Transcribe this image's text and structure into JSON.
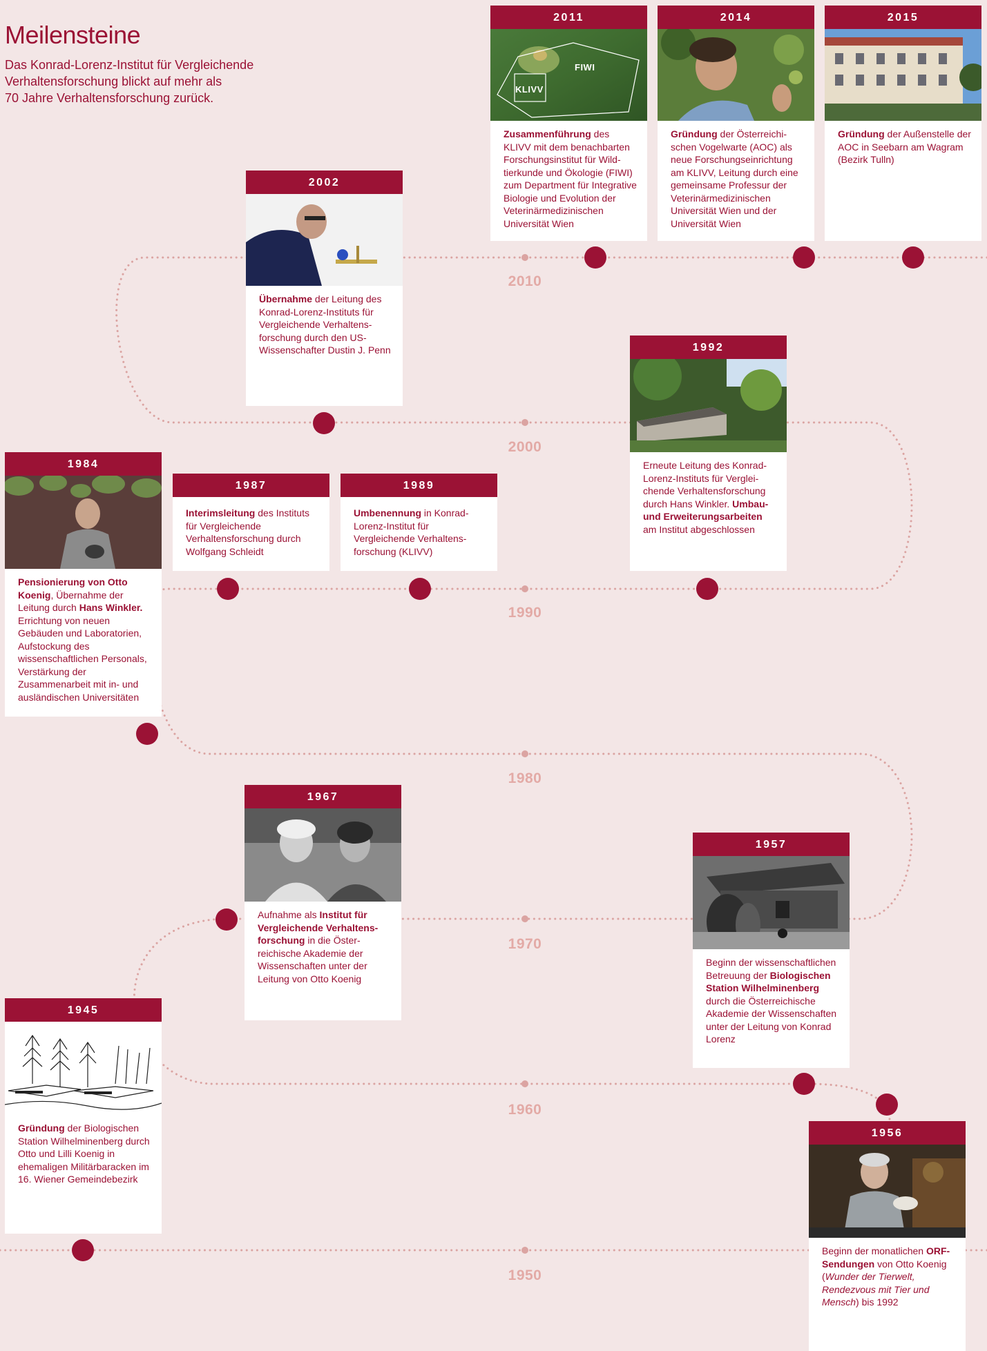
{
  "header": {
    "title": "Meilensteine",
    "intro_lines": [
      "Das Konrad-Lorenz-Institut für Vergleichende",
      "Verhaltensforschung blickt auf mehr als",
      "70 Jahre Verhaltensforschung zurück."
    ]
  },
  "decades": [
    "2010",
    "2000",
    "1990",
    "1980",
    "1970",
    "1960",
    "1950"
  ],
  "colors": {
    "background": "#f3e6e6",
    "accent": "#9b1235",
    "dotted_path": "#dba4a2",
    "decade_label": "#e3aaa6",
    "card": "#ffffff"
  },
  "milestones": [
    {
      "year": "2011",
      "photo": "aerial-photo-klivv-fiwi",
      "photo_labels": [
        "FIWI",
        "KLIVV"
      ],
      "segments": [
        {
          "b": "Zusammenführung"
        },
        {
          "t": " des KLIVV mit dem benachbarten Forschungsinstitut für Wild­tierkunde und Ökologie (FIWI) zum Department für Integrative Biologie und Evolution der Veterinärmedi­zinischen Universität Wien"
        }
      ]
    },
    {
      "year": "2014",
      "photo": "man-with-grapes-photo",
      "segments": [
        {
          "b": "Gründung"
        },
        {
          "t": " der Österreichi­schen Vogelwarte (AOC) als neue Forschungseinrichtung am KLIVV, Leitung durch eine gemeinsame Professur der Veterinärmedizinischen Universität Wien und der Universität Wien"
        }
      ]
    },
    {
      "year": "2015",
      "photo": "building-seebarn-photo",
      "segments": [
        {
          "b": "Gründung"
        },
        {
          "t": " der Außenstelle der AOC in Seebarn am Wagram (Bezirk Tulln)"
        }
      ]
    },
    {
      "year": "2002",
      "photo": "scientist-lab-photo",
      "segments": [
        {
          "b": "Übernahme"
        },
        {
          "t": " der Leitung des Konrad-Lorenz-Instituts für Vergleichende Verhaltens­forschung durch den US-Wissenschafter Dustin J. Penn"
        }
      ]
    },
    {
      "year": "1992",
      "photo": "institute-garden-photo",
      "segments": [
        {
          "t": "Erneute Leitung des Konrad-Lorenz-Instituts für Verglei­chende Verhaltensforschung durch Hans Winkler. "
        },
        {
          "b": "Umbau- und Erweiterungsarbeiten"
        },
        {
          "t": " am Institut abgeschlossen"
        }
      ]
    },
    {
      "year": "1984",
      "photo": "man-under-leaves-photo",
      "segments": [
        {
          "b": "Pensionierung von Otto Koenig"
        },
        {
          "t": ", Übernahme der Leitung durch "
        },
        {
          "b": "Hans Winkler."
        },
        {
          "t": " Errichtung von neuen Gebäuden und Laboratorien, Aufstockung des wissenschaftlichen Personals, Verstärkung der Zusammenarbeit mit in- und ausländischen Universitäten"
        }
      ]
    },
    {
      "year": "1987",
      "segments": [
        {
          "b": "Interimsleitung"
        },
        {
          "t": " des Instituts für Vergleichende Verhaltensforschung durch Wolfgang Schleidt"
        }
      ]
    },
    {
      "year": "1989",
      "segments": [
        {
          "b": "Umbenennung"
        },
        {
          "t": " in Konrad-Lorenz-Institut für Vergleichende Verhaltens­forschung (KLIVV)"
        }
      ]
    },
    {
      "year": "1967",
      "photo": "otto-lilli-koenig-bw-photo",
      "segments": [
        {
          "t": "Aufnahme als "
        },
        {
          "b": "Institut für Vergleichende Verhaltens­forschung"
        },
        {
          "t": " in die Öster­reichische Akademie der Wissenschaften unter der Leitung von Otto Koenig"
        }
      ]
    },
    {
      "year": "1957",
      "photo": "barracks-bw-photo",
      "segments": [
        {
          "t": "Beginn der wissenschaft­lichen Betreuung der "
        },
        {
          "b": "Biologischen Station Wilhelminenberg"
        },
        {
          "t": " durch die Österreichische Akademie der Wissenschaften unter der Leitung von Konrad Lorenz"
        }
      ]
    },
    {
      "year": "1945",
      "photo": "barracks-sketch-drawing",
      "segments": [
        {
          "b": "Gründung"
        },
        {
          "t": " der Biologischen Station Wilhelminenberg durch Otto und Lilli Koenig in ehemaligen Militär­baracken im 16. Wiener Gemeindebezirk"
        }
      ]
    },
    {
      "year": "1956",
      "photo": "otto-koenig-tv-photo",
      "segments": [
        {
          "t": "Beginn der monatlichen "
        },
        {
          "b": "ORF-Sendungen"
        },
        {
          "t": " von Otto Koenig ("
        },
        {
          "i": "Wunder der Tierwelt, Rendezvous mit Tier und Mensch"
        },
        {
          "t": ") bis 1992"
        }
      ]
    }
  ]
}
